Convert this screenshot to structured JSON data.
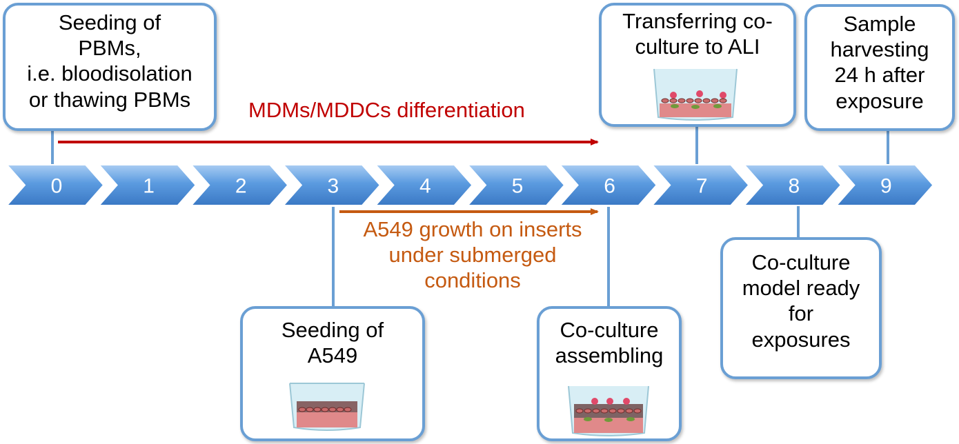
{
  "timeline": {
    "days": [
      "0",
      "1",
      "2",
      "3",
      "4",
      "5",
      "6",
      "7",
      "8",
      "9"
    ],
    "chevron_color": "#5b9be0"
  },
  "phases": {
    "differentiation": {
      "label": "MDMs/MDDCs differentiation",
      "color": "#c00000"
    },
    "growth": {
      "label": "A549 growth on inserts\nunder submerged\nconditions",
      "color": "#c55a11"
    }
  },
  "boxes": {
    "seeding_pbms": "Seeding of\nPBMs,\ni.e. bloodisolation\nor thawing PBMs",
    "transfer_ali": "Transferring co-\nculture to ALI",
    "sample_harvest": "Sample\nharvesting\n24 h after\nexposure",
    "seeding_a549": "Seeding of\nA549",
    "coculture_assembling": "Co-culture\nassembling",
    "coculture_ready": "Co-culture\nmodel ready\nfor\nexposures"
  },
  "colors": {
    "box_border": "#6a9fd4",
    "connector": "#6a9fd4"
  }
}
